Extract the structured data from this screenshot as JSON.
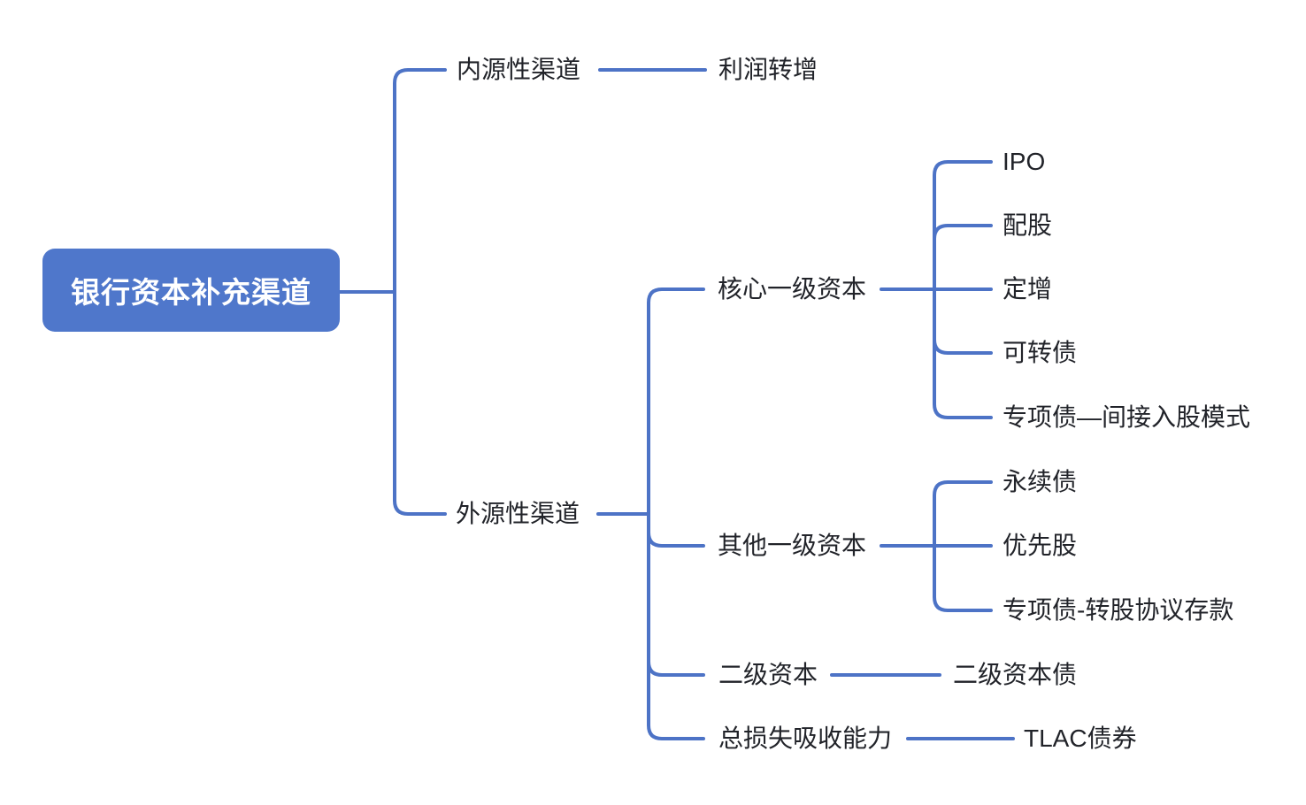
{
  "colors": {
    "background": "#FFFFFF",
    "line_color": "#4D73C6",
    "node_fill": "#4F77CB",
    "root_text_color": "#FFFFFF",
    "label_color": "#212329"
  },
  "tree": {
    "label": "银行资本补充渠道",
    "children": [
      {
        "label": "内源性渠道",
        "children": [
          {
            "label": "利润转增"
          }
        ]
      },
      {
        "label": "外源性渠道",
        "children": [
          {
            "label": "核心一级资本",
            "children": [
              {
                "label": "IPO"
              },
              {
                "label": "配股"
              },
              {
                "label": "定增"
              },
              {
                "label": "可转债"
              },
              {
                "label": "专项债—间接入股模式"
              }
            ]
          },
          {
            "label": "其他一级资本",
            "children": [
              {
                "label": "永续债"
              },
              {
                "label": "优先股"
              },
              {
                "label": "专项债-转股协议存款"
              }
            ]
          },
          {
            "label": "二级资本",
            "children": [
              {
                "label": "二级资本债"
              }
            ]
          },
          {
            "label": "总损失吸收能力",
            "children": [
              {
                "label": "TLAC债券"
              }
            ]
          }
        ]
      }
    ]
  }
}
